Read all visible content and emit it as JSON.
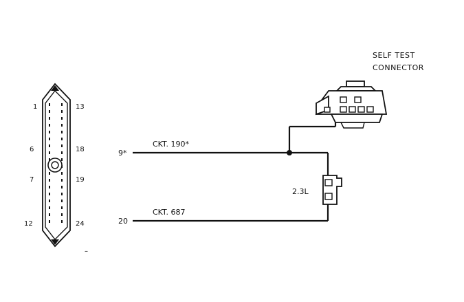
{
  "ecu_connector": {
    "pins": {
      "p1": "1",
      "p13": "13",
      "p6": "6",
      "p18": "18",
      "p7": "7",
      "p19": "19",
      "p12": "12",
      "p24": "24"
    }
  },
  "wires": {
    "top": {
      "pin": "9*",
      "label": "CKT. 190*"
    },
    "bottom": {
      "pin": "20",
      "label": "CKT. 687"
    }
  },
  "self_test": {
    "title_line1": "SELF TEST",
    "title_line2": "CONNECTOR"
  },
  "plug": {
    "label": "2.3L"
  },
  "stray_mark": "–"
}
